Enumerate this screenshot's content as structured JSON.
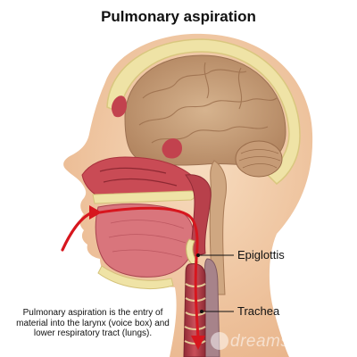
{
  "title": "Pulmonary aspiration",
  "labels": {
    "epiglottis": "Epiglottis",
    "trachea": "Trachea"
  },
  "caption": "Pulmonary aspiration is the entry of material into the larynx (voice box) and lower respiratory tract (lungs).",
  "watermark": "dreamstime",
  "colors": {
    "skin": "#f2cba6",
    "brain": "#c8a079",
    "bone": "#efe3a6",
    "airway": "#c0424d",
    "arrow": "#d7161e"
  }
}
